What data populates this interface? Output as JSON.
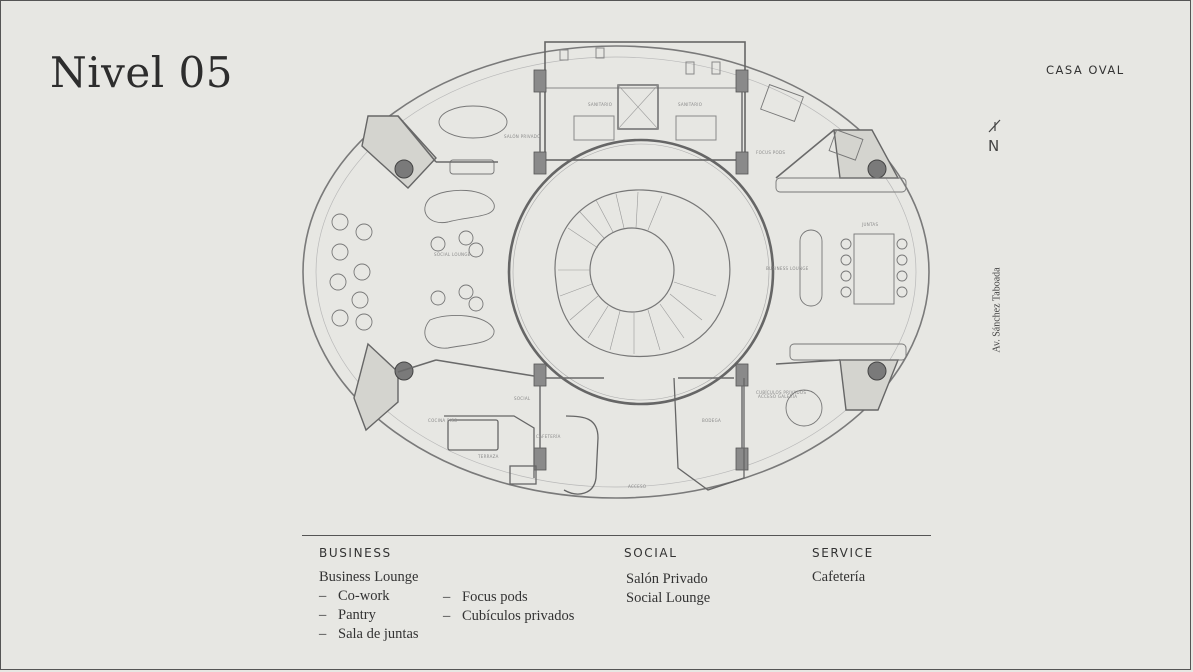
{
  "title": "Nivel 05",
  "brand": "CASA OVAL",
  "north_label": "N",
  "street": "Av. Sánchez Taboada",
  "plan_labels": {
    "sanitario_a": "SANITARIO",
    "sanitario_b": "SANITARIO",
    "salon_privado": "SALÓN PRIVADO",
    "focus_pods": "FOCUS PODS",
    "social_lounge": "SOCIAL LOUNGE",
    "business_lounge": "BUSINESS LOUNGE",
    "juntas": "JUNTAS",
    "social": "SOCIAL",
    "cafeteria": "CAFETERÍA",
    "terraza": "TERRAZA",
    "bodega": "BODEGA",
    "acceso": "ACCESO",
    "acceso_galeria": "ACCESO GALERÍA",
    "cocina": "COCINA PISO",
    "cubiculos": "CUBÍCULOS PRIVADOS"
  },
  "legend": {
    "business": {
      "heading": "BUSINESS",
      "main": "Business Lounge",
      "col1": [
        "Co-work",
        "Pantry",
        "Sala de juntas"
      ],
      "col2": [
        "Focus pods",
        "Cubículos privados"
      ],
      "dash": "–"
    },
    "social": {
      "heading": "SOCIAL",
      "items": [
        "Salón Privado",
        "Social Lounge"
      ]
    },
    "service": {
      "heading": "SERVICE",
      "items": [
        "Cafetería"
      ]
    }
  }
}
